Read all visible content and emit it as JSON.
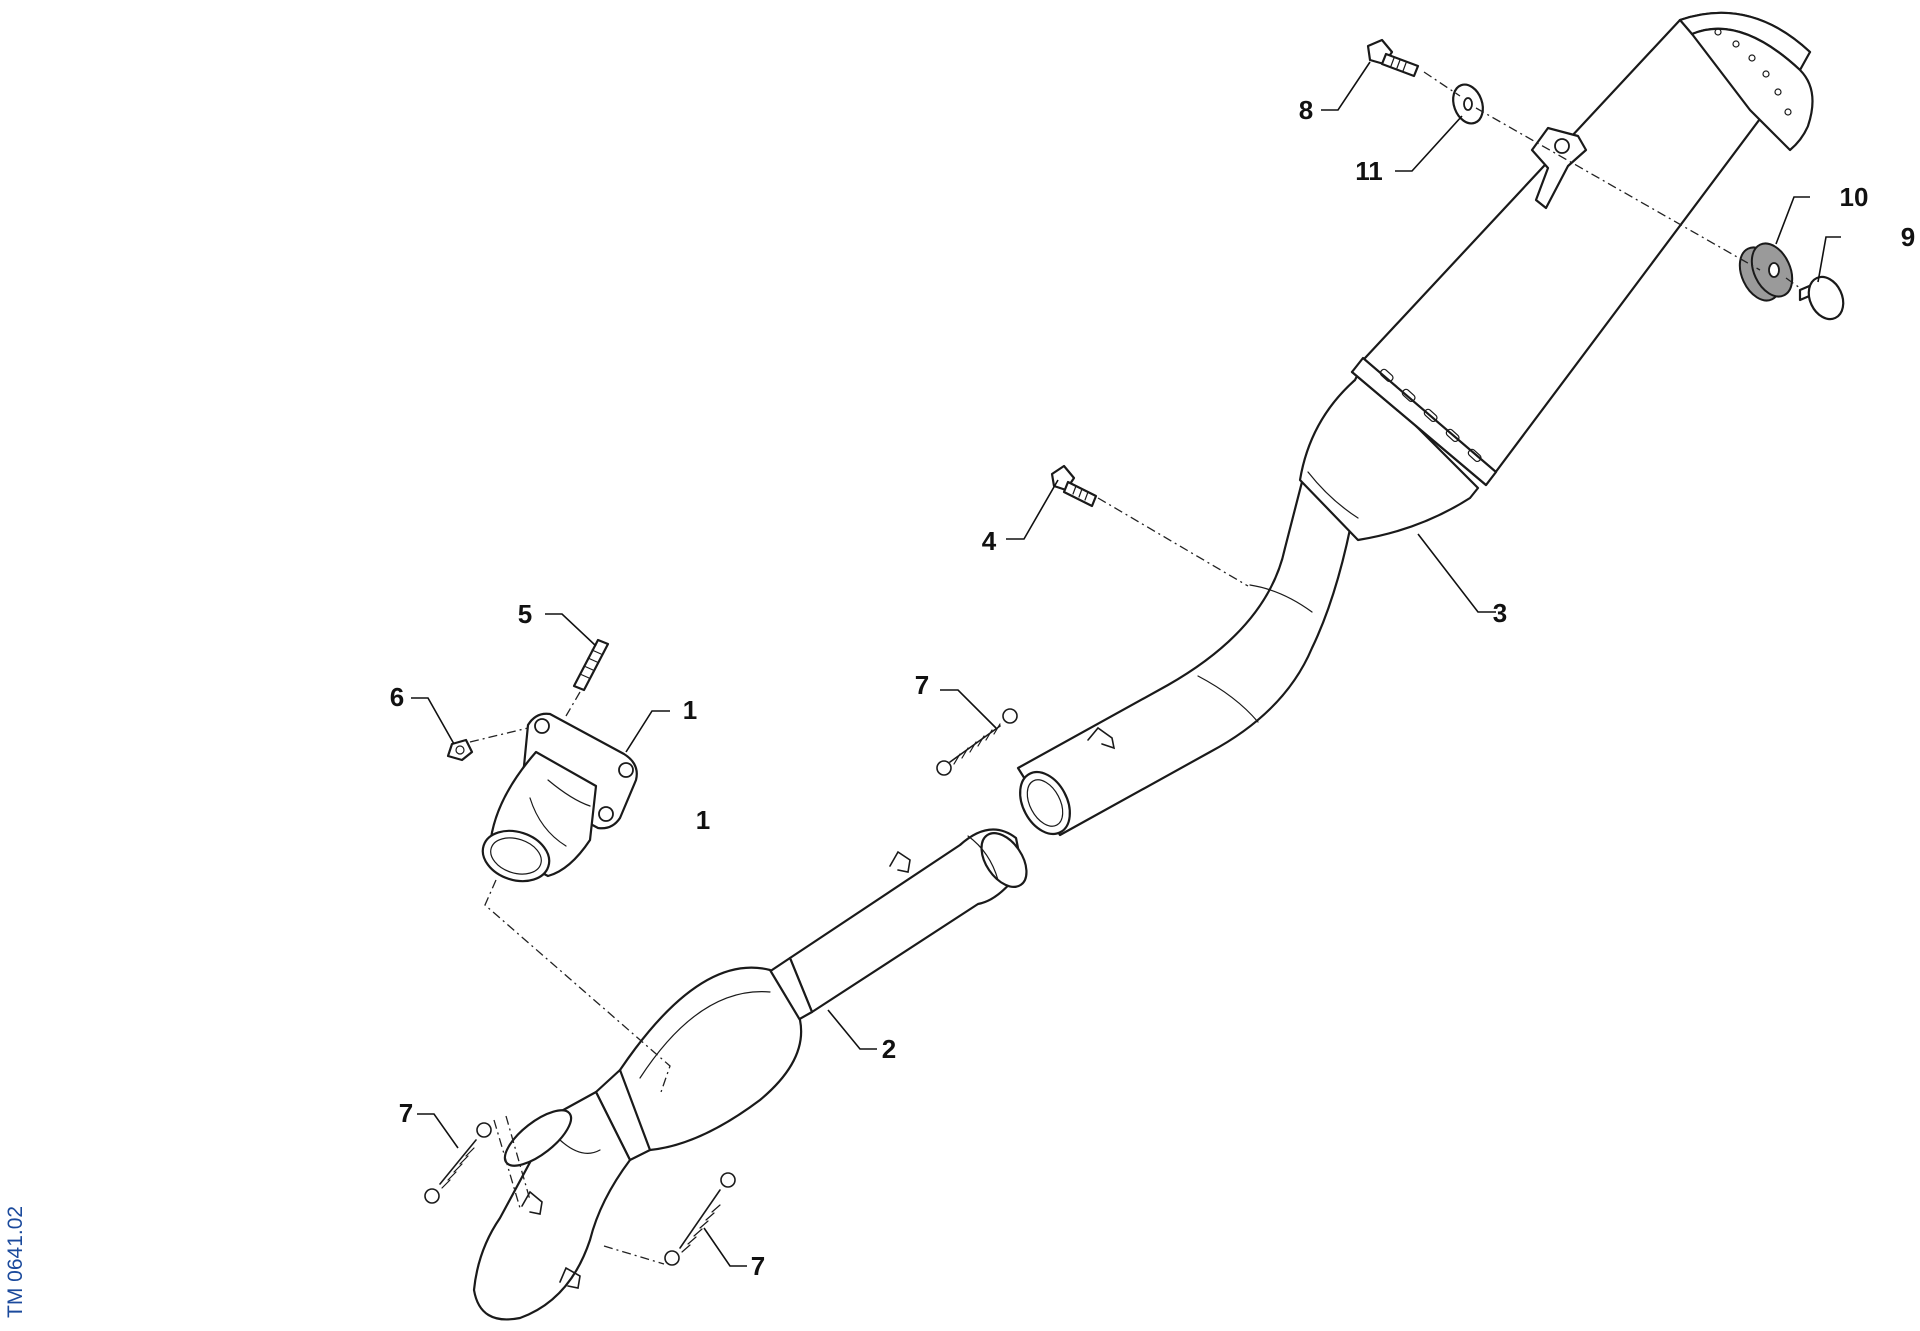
{
  "diagram": {
    "reference_code": "TM 0641.02",
    "callouts": [
      {
        "id": "c1a",
        "label": "1"
      },
      {
        "id": "c1b",
        "label": "1"
      },
      {
        "id": "c2",
        "label": "2"
      },
      {
        "id": "c3",
        "label": "3"
      },
      {
        "id": "c4",
        "label": "4"
      },
      {
        "id": "c5",
        "label": "5"
      },
      {
        "id": "c6",
        "label": "6"
      },
      {
        "id": "c7a",
        "label": "7"
      },
      {
        "id": "c7b",
        "label": "7"
      },
      {
        "id": "c7c",
        "label": "7"
      },
      {
        "id": "c8",
        "label": "8"
      },
      {
        "id": "c9",
        "label": "9"
      },
      {
        "id": "c10",
        "label": "10"
      },
      {
        "id": "c11",
        "label": "11"
      }
    ]
  },
  "colors": {
    "line": "#1a1a1a",
    "reference_text": "#1b4a9c",
    "grommet_fill": "#9a9a9a"
  }
}
